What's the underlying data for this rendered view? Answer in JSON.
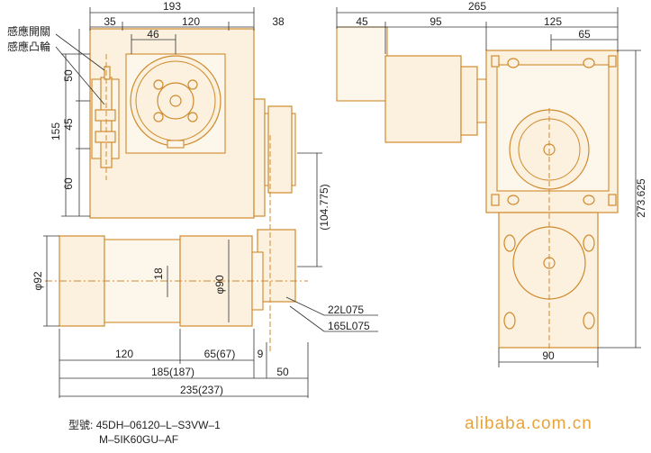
{
  "labels": {
    "sensor_switch": "感應開關",
    "sensor_cam": "感應凸輪"
  },
  "dimensions": {
    "top_193": "193",
    "top_35": "35",
    "top_120": "120",
    "top_38": "38",
    "top_46": "46",
    "left_50": "50",
    "left_155": "155",
    "left_45": "45",
    "left_60": "60",
    "mid_104775": "(104.775)",
    "motor_phi92": "φ92",
    "motor_18": "18",
    "motor_phi90": "φ90",
    "shaft_22": "22L075",
    "shaft_165": "165L075",
    "bot_120": "120",
    "bot_65": "65(67)",
    "bot_9": "9",
    "bot_185": "185(187)",
    "bot_50": "50",
    "bot_235": "235(237)",
    "side_265": "265",
    "side_45": "45",
    "side_95": "95",
    "side_125": "125",
    "side_65": "65",
    "side_273": "273.625",
    "side_90": "90"
  },
  "model": {
    "prefix": "型號:",
    "line1": "45DH–06120–L–S3VW–1",
    "line2": "M–5IK60GU–AF"
  },
  "watermark": "alibaba.com.cn",
  "colors": {
    "outline": "#d08a2e",
    "fill": "#fbf1de",
    "text": "#222222",
    "watermark": "#e8a33a"
  }
}
